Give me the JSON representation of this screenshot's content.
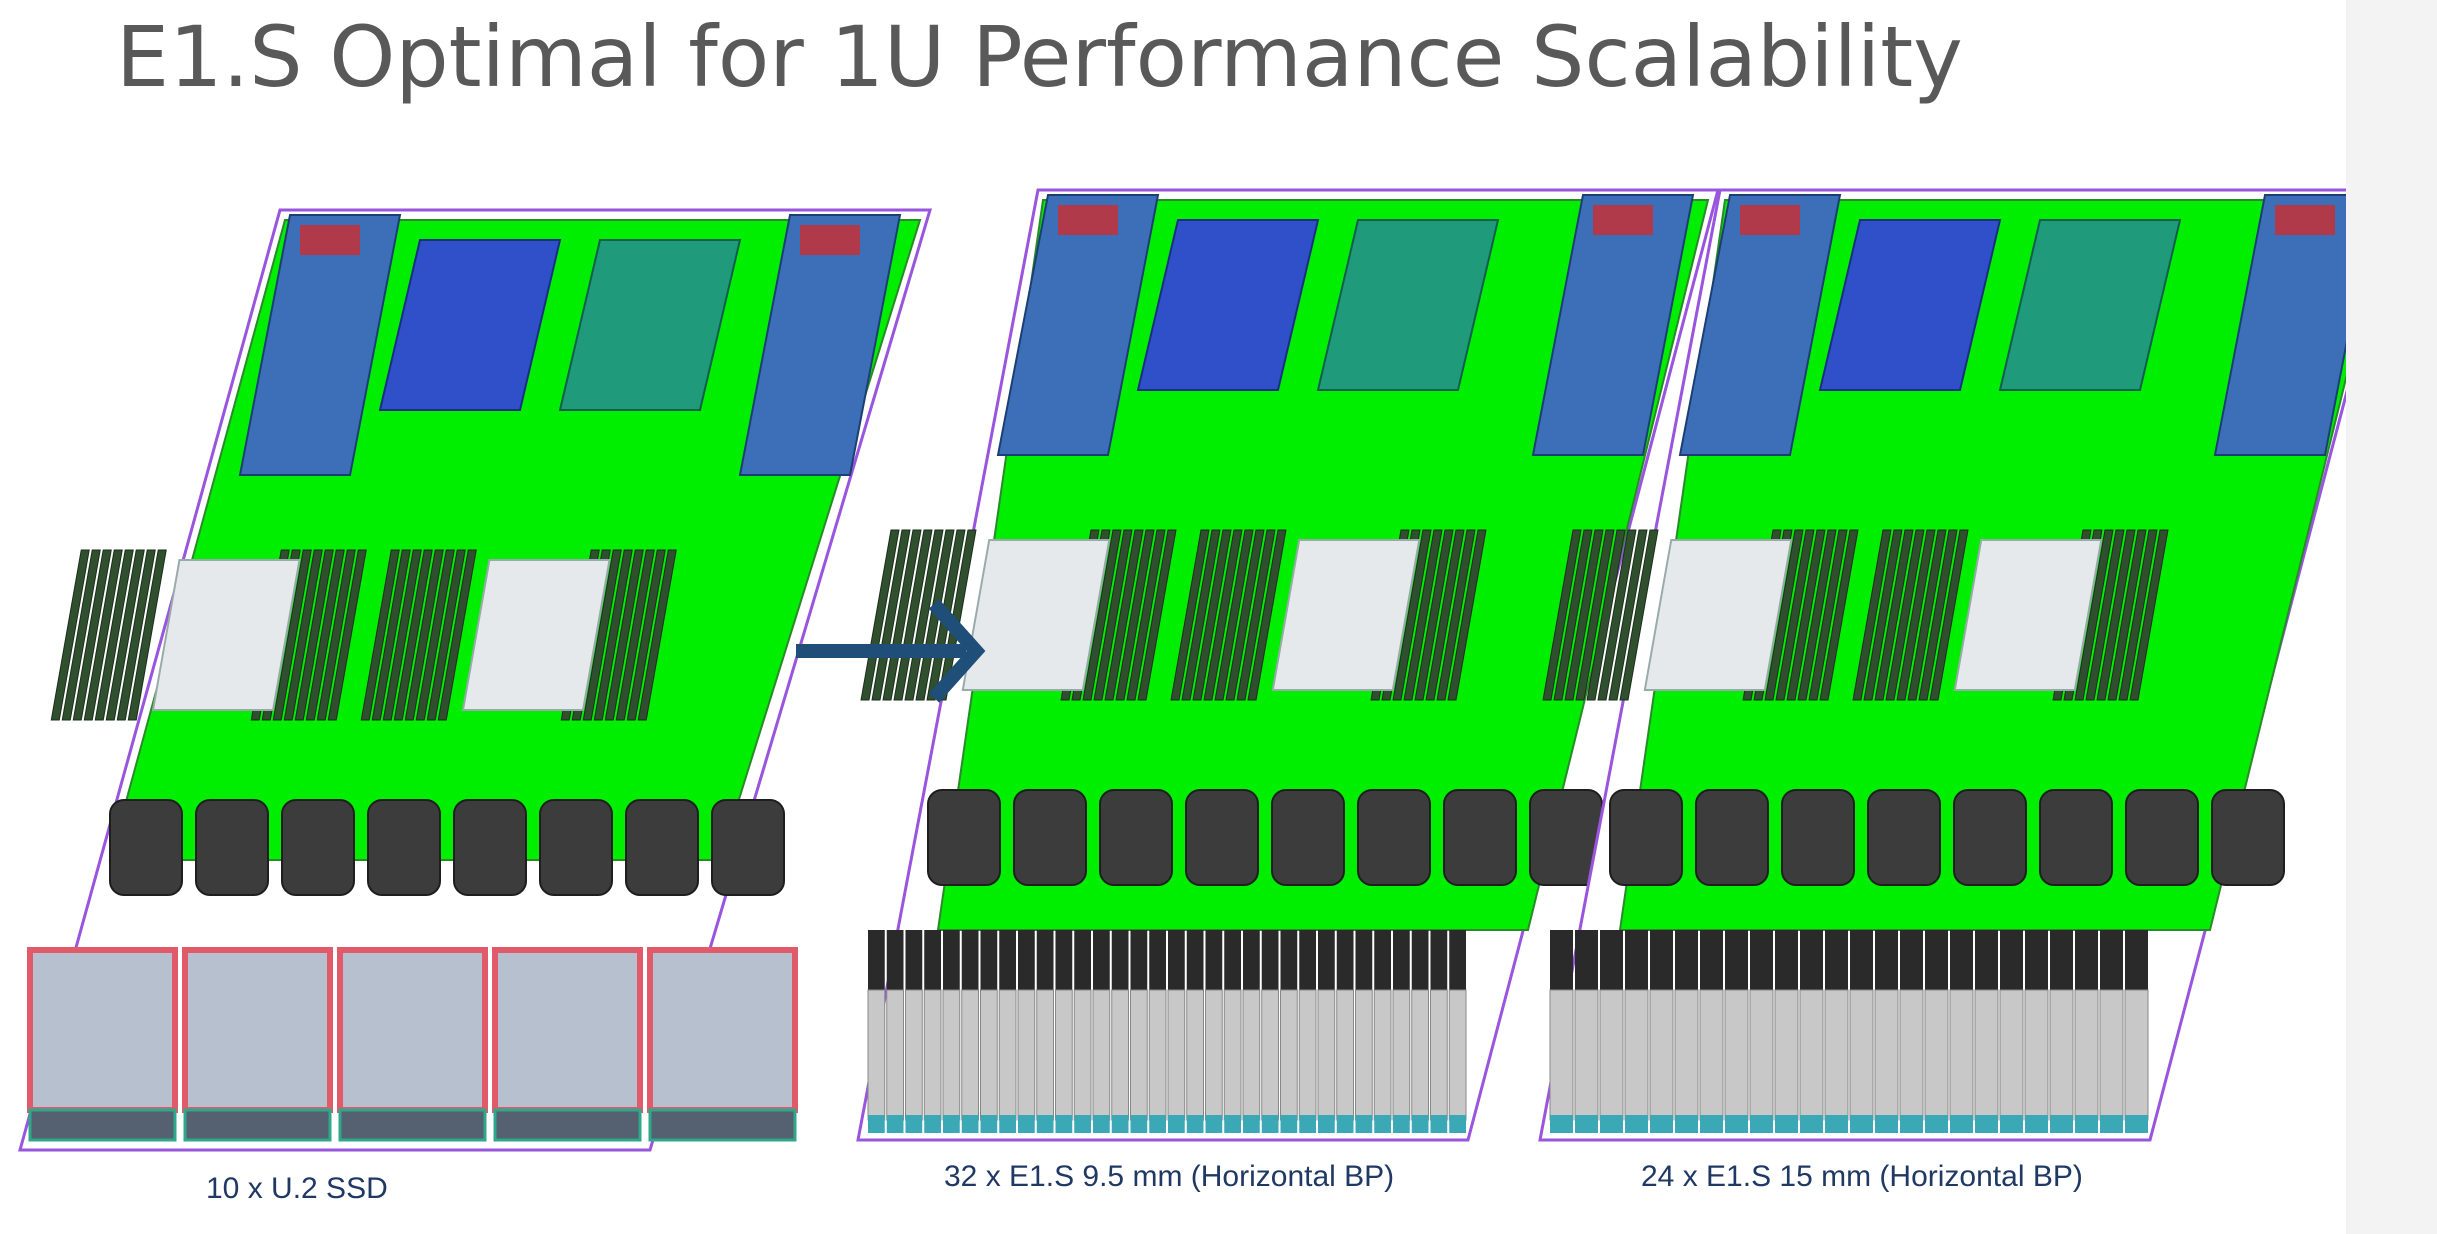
{
  "slide": {
    "title": "E1.S Optimal for 1U Performance Scalability"
  },
  "servers": [
    {
      "id": "u2",
      "caption": "10 x U.2 SSD",
      "drive_count": 10,
      "drive_type": "U.2 SSD"
    },
    {
      "id": "e1s-9mm",
      "caption": "32 x E1.S 9.5 mm (Horizontal BP)",
      "drive_count": 32,
      "drive_type": "E1.S 9.5 mm"
    },
    {
      "id": "e1s-15mm",
      "caption": "24 x E1.S 15 mm (Horizontal BP)",
      "drive_count": 24,
      "drive_type": "E1.S 15 mm"
    }
  ],
  "icons": {
    "transition_arrow": "arrow-right-icon"
  },
  "colors": {
    "title": "#595959",
    "caption": "#1f3864",
    "board": "#00ee00",
    "psu": "#3d6fb8",
    "arrow": "#1f4e79",
    "chassis_outline": "#9955dd"
  }
}
